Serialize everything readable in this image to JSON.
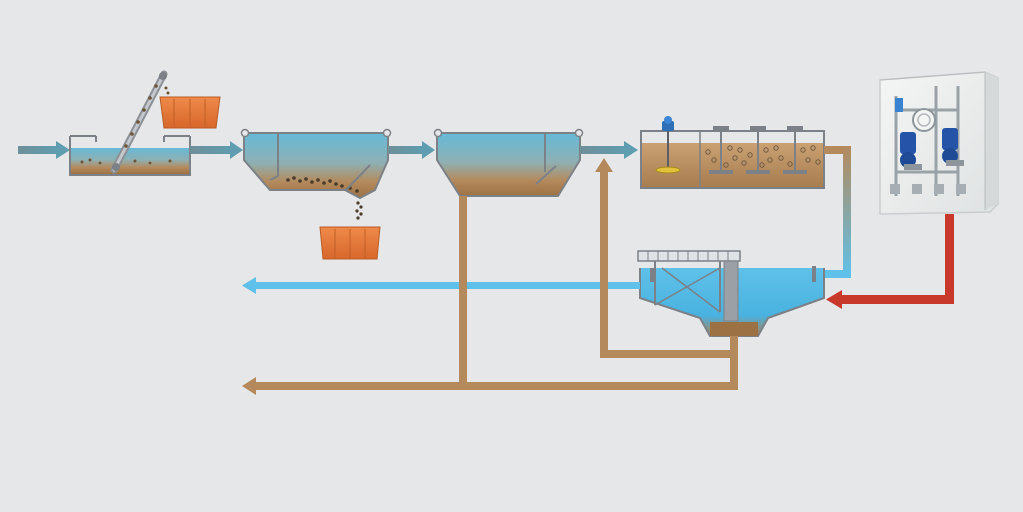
{
  "diagram": {
    "title": "",
    "process": [
      "inlet-flow",
      "bar-screen-with-conveyor",
      "screenings-container",
      "grit-chamber",
      "grit-container",
      "primary-sedimentation-tank",
      "aeration-tank",
      "secondary-clarifier",
      "chemical-dosing-cabinet",
      "treated-effluent-outlet",
      "sludge-outlet",
      "return-sludge-line"
    ],
    "colors": {
      "background": "#e6e7e8",
      "water": "#5fc1e9",
      "sludge": "#b48a5c",
      "sludge_dark": "#9c7143",
      "inflow": "#6e8f96",
      "chemical": "#c8392b",
      "container": "#e0773a",
      "tank_outline": "#7c8187",
      "cabinet": "#eef0f0"
    },
    "icons": [
      "arrow-right-icon",
      "arrow-left-icon",
      "pump-icon",
      "agitator-icon",
      "motor-icon"
    ]
  }
}
